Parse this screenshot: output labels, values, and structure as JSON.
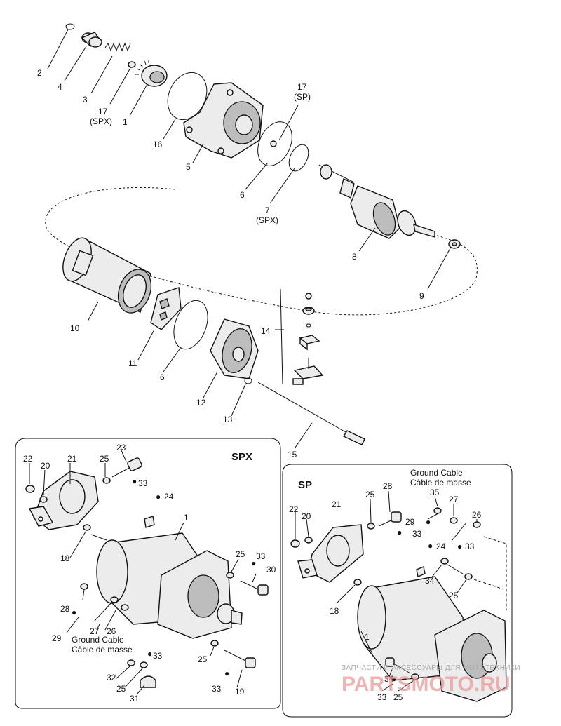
{
  "callouts_top": {
    "c2": "2",
    "c4": "4",
    "c3": "3",
    "c17spx_num": "17",
    "c17spx_tag": "(SPX)",
    "c1": "1",
    "c16": "16",
    "c5": "5",
    "c17sp_num": "17",
    "c17sp_tag": "(SP)",
    "c6": "6",
    "c7_num": "7",
    "c7_tag": "(SPX)",
    "c8": "8",
    "c9": "9",
    "c10": "10",
    "c11": "11",
    "c6b": "6",
    "c12": "12",
    "c13": "13",
    "c14": "14",
    "c15": "15"
  },
  "spx_box": {
    "title": "SPX",
    "labels": {
      "c22": "22",
      "c20": "20",
      "c21": "21",
      "c25a": "25",
      "c23": "23",
      "c33a": "33",
      "c24": "24",
      "c1": "1",
      "c18": "18",
      "c25b": "25",
      "c33b": "33",
      "c30": "30",
      "c28": "28",
      "c27": "27",
      "c26": "26",
      "c29": "29",
      "c25c": "25",
      "c32": "32",
      "c33c": "33",
      "c25d": "25",
      "c31": "31",
      "c33d": "33",
      "c19": "19"
    },
    "ground_cable_en": "Ground Cable",
    "ground_cable_fr": "Câble de masse"
  },
  "sp_box": {
    "title": "SP",
    "labels": {
      "c22": "22",
      "c20": "20",
      "c21": "21",
      "c25a": "25",
      "c28": "28",
      "c33a": "33",
      "c35": "35",
      "c27": "27",
      "c29": "29",
      "c26": "26",
      "c24": "24",
      "c33b": "33",
      "c18": "18",
      "c34a": "34",
      "c25b": "25",
      "c1": "1",
      "c34b": "34",
      "c33c": "33",
      "c25c": "25"
    },
    "ground_cable_en": "Ground Cable",
    "ground_cable_fr": "Câble de masse"
  },
  "watermark": {
    "line1": "ЗАПЧАСТИ И АКСЕССУАРЫ ДЛЯ МОТОТЕХНИКИ",
    "line2": "PARTSMOTO.RU"
  }
}
